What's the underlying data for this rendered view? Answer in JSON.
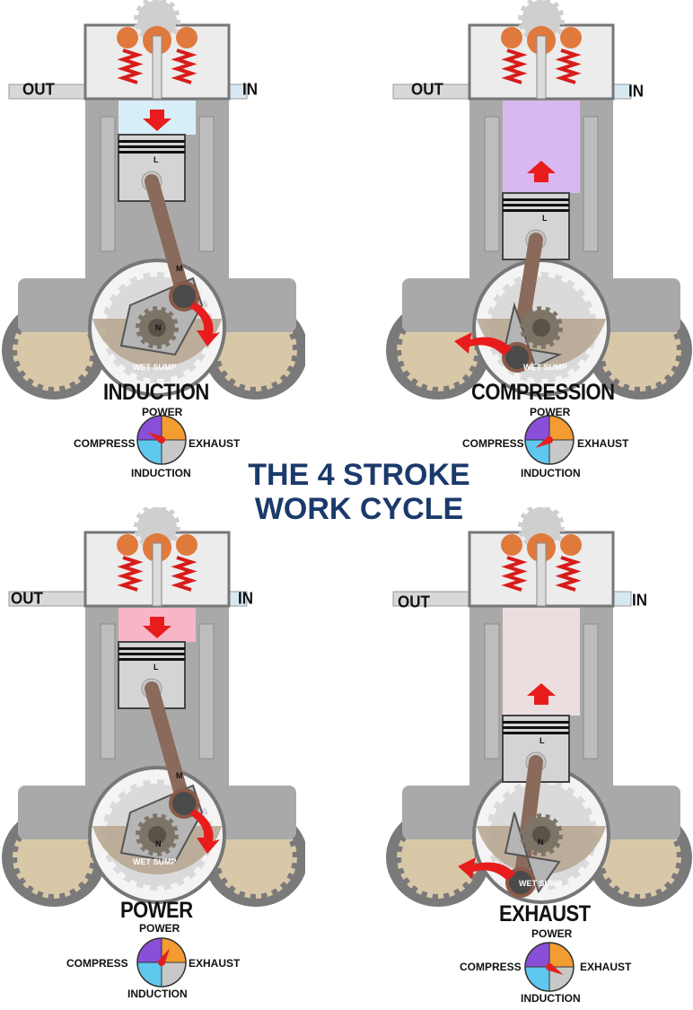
{
  "title": {
    "line1": "THE 4 STROKE",
    "line2": "WORK CYCLE"
  },
  "port_labels": {
    "out": "OUT",
    "in": "IN"
  },
  "part_labels": {
    "piston": "L",
    "crank": "N",
    "conrod": "M",
    "sump": "WET SUMP"
  },
  "dial": {
    "power": "POWER",
    "compress": "COMPRESS",
    "exhaust": "EXHAUST",
    "induction": "INDUCTION",
    "colors": {
      "power": "#f39c32",
      "exhaust": "#c8c8c8",
      "induction": "#5ec8ef",
      "compress": "#8a4fd8",
      "pointer": "#e02020"
    }
  },
  "strokes": [
    {
      "label": "INDUCTION",
      "charge_color": "#d6eef8",
      "arrow": "down"
    },
    {
      "label": "COMPRESSION",
      "charge_color": "#d9b8f2",
      "arrow": "up"
    },
    {
      "label": "POWER",
      "charge_color": "#f6b6c8",
      "arrow": "down"
    },
    {
      "label": "EXHAUST",
      "charge_color": "#ecdedf",
      "arrow": "up"
    }
  ],
  "colors": {
    "block": "#a9a9a9",
    "block_dark": "#7a7a7a",
    "sump_oil": "#b5a48e",
    "gear": "#d9c8a8",
    "arrow": "#e81c1c",
    "spring": "#d81b1b",
    "rocker": "#e07a3c",
    "title": "#1b3a6b"
  }
}
